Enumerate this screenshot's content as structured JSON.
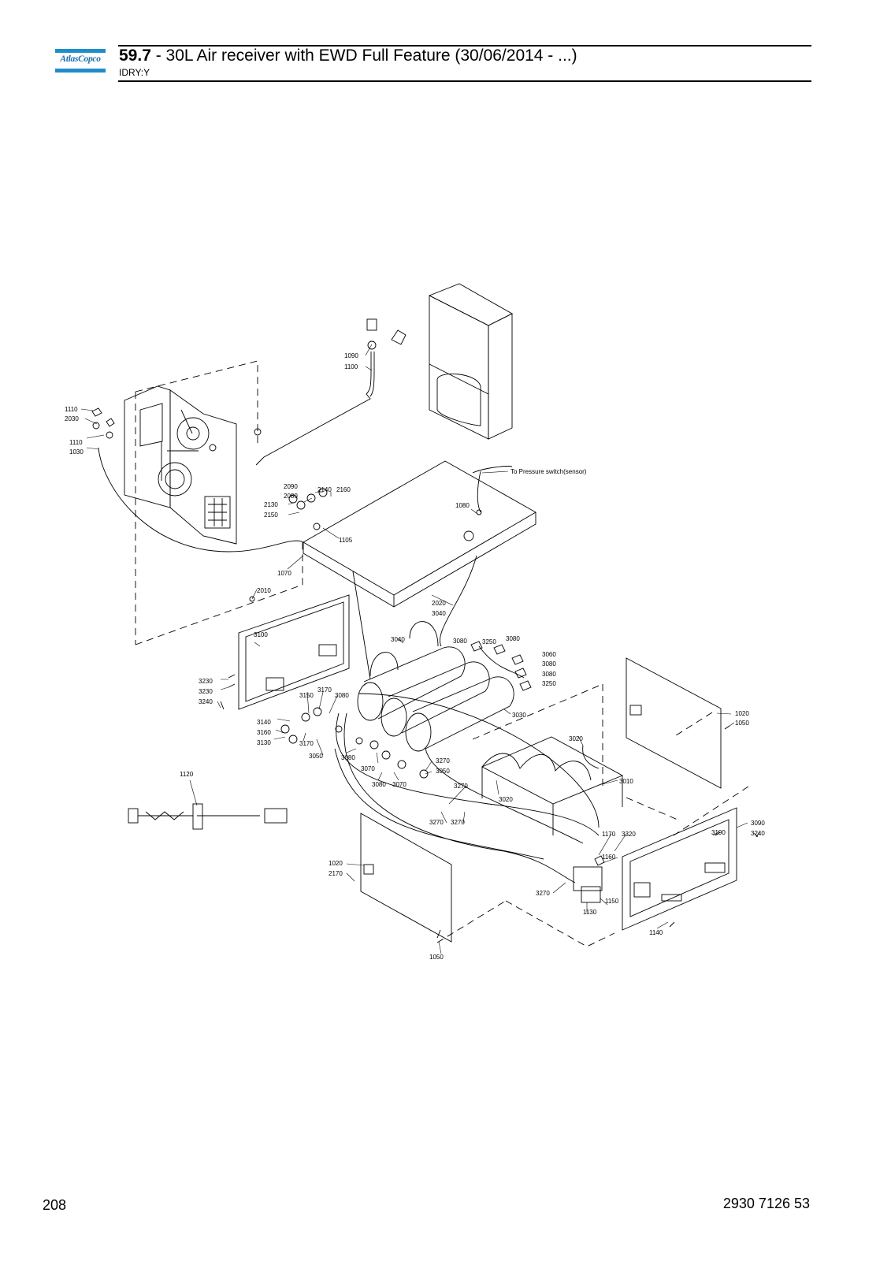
{
  "header": {
    "logo": "AtlasCopco",
    "section": "59.7",
    "title": " - 30L Air receiver with EWD Full Feature (30/06/2014 - ...)",
    "subtitle": "IDRY:Y"
  },
  "diagram": {
    "note": "To Pressure switch(sensor)",
    "labels": [
      "1110",
      "2030",
      "1110",
      "1030",
      "1090",
      "1100",
      "2090",
      "2080",
      "2140",
      "2160",
      "2130",
      "2150",
      "1105",
      "1080",
      "1070",
      "2010",
      "2020",
      "3040",
      "3100",
      "3040",
      "3080",
      "3250",
      "3080",
      "3060",
      "3080",
      "3080",
      "3250",
      "3230",
      "3230",
      "3240",
      "3150",
      "3170",
      "3080",
      "3140",
      "3160",
      "3130",
      "3170",
      "3050",
      "3080",
      "3070",
      "3270",
      "3050",
      "3080",
      "3070",
      "3030",
      "1020",
      "1050",
      "3020",
      "3010",
      "1120",
      "3270",
      "3020",
      "3270",
      "3270",
      "3090",
      "3190",
      "3240",
      "1170",
      "3320",
      "1160",
      "1020",
      "2170",
      "3270",
      "1150",
      "1130",
      "1140",
      "1050"
    ]
  },
  "footer": {
    "page": "208",
    "doc": "2930 7126 53"
  }
}
